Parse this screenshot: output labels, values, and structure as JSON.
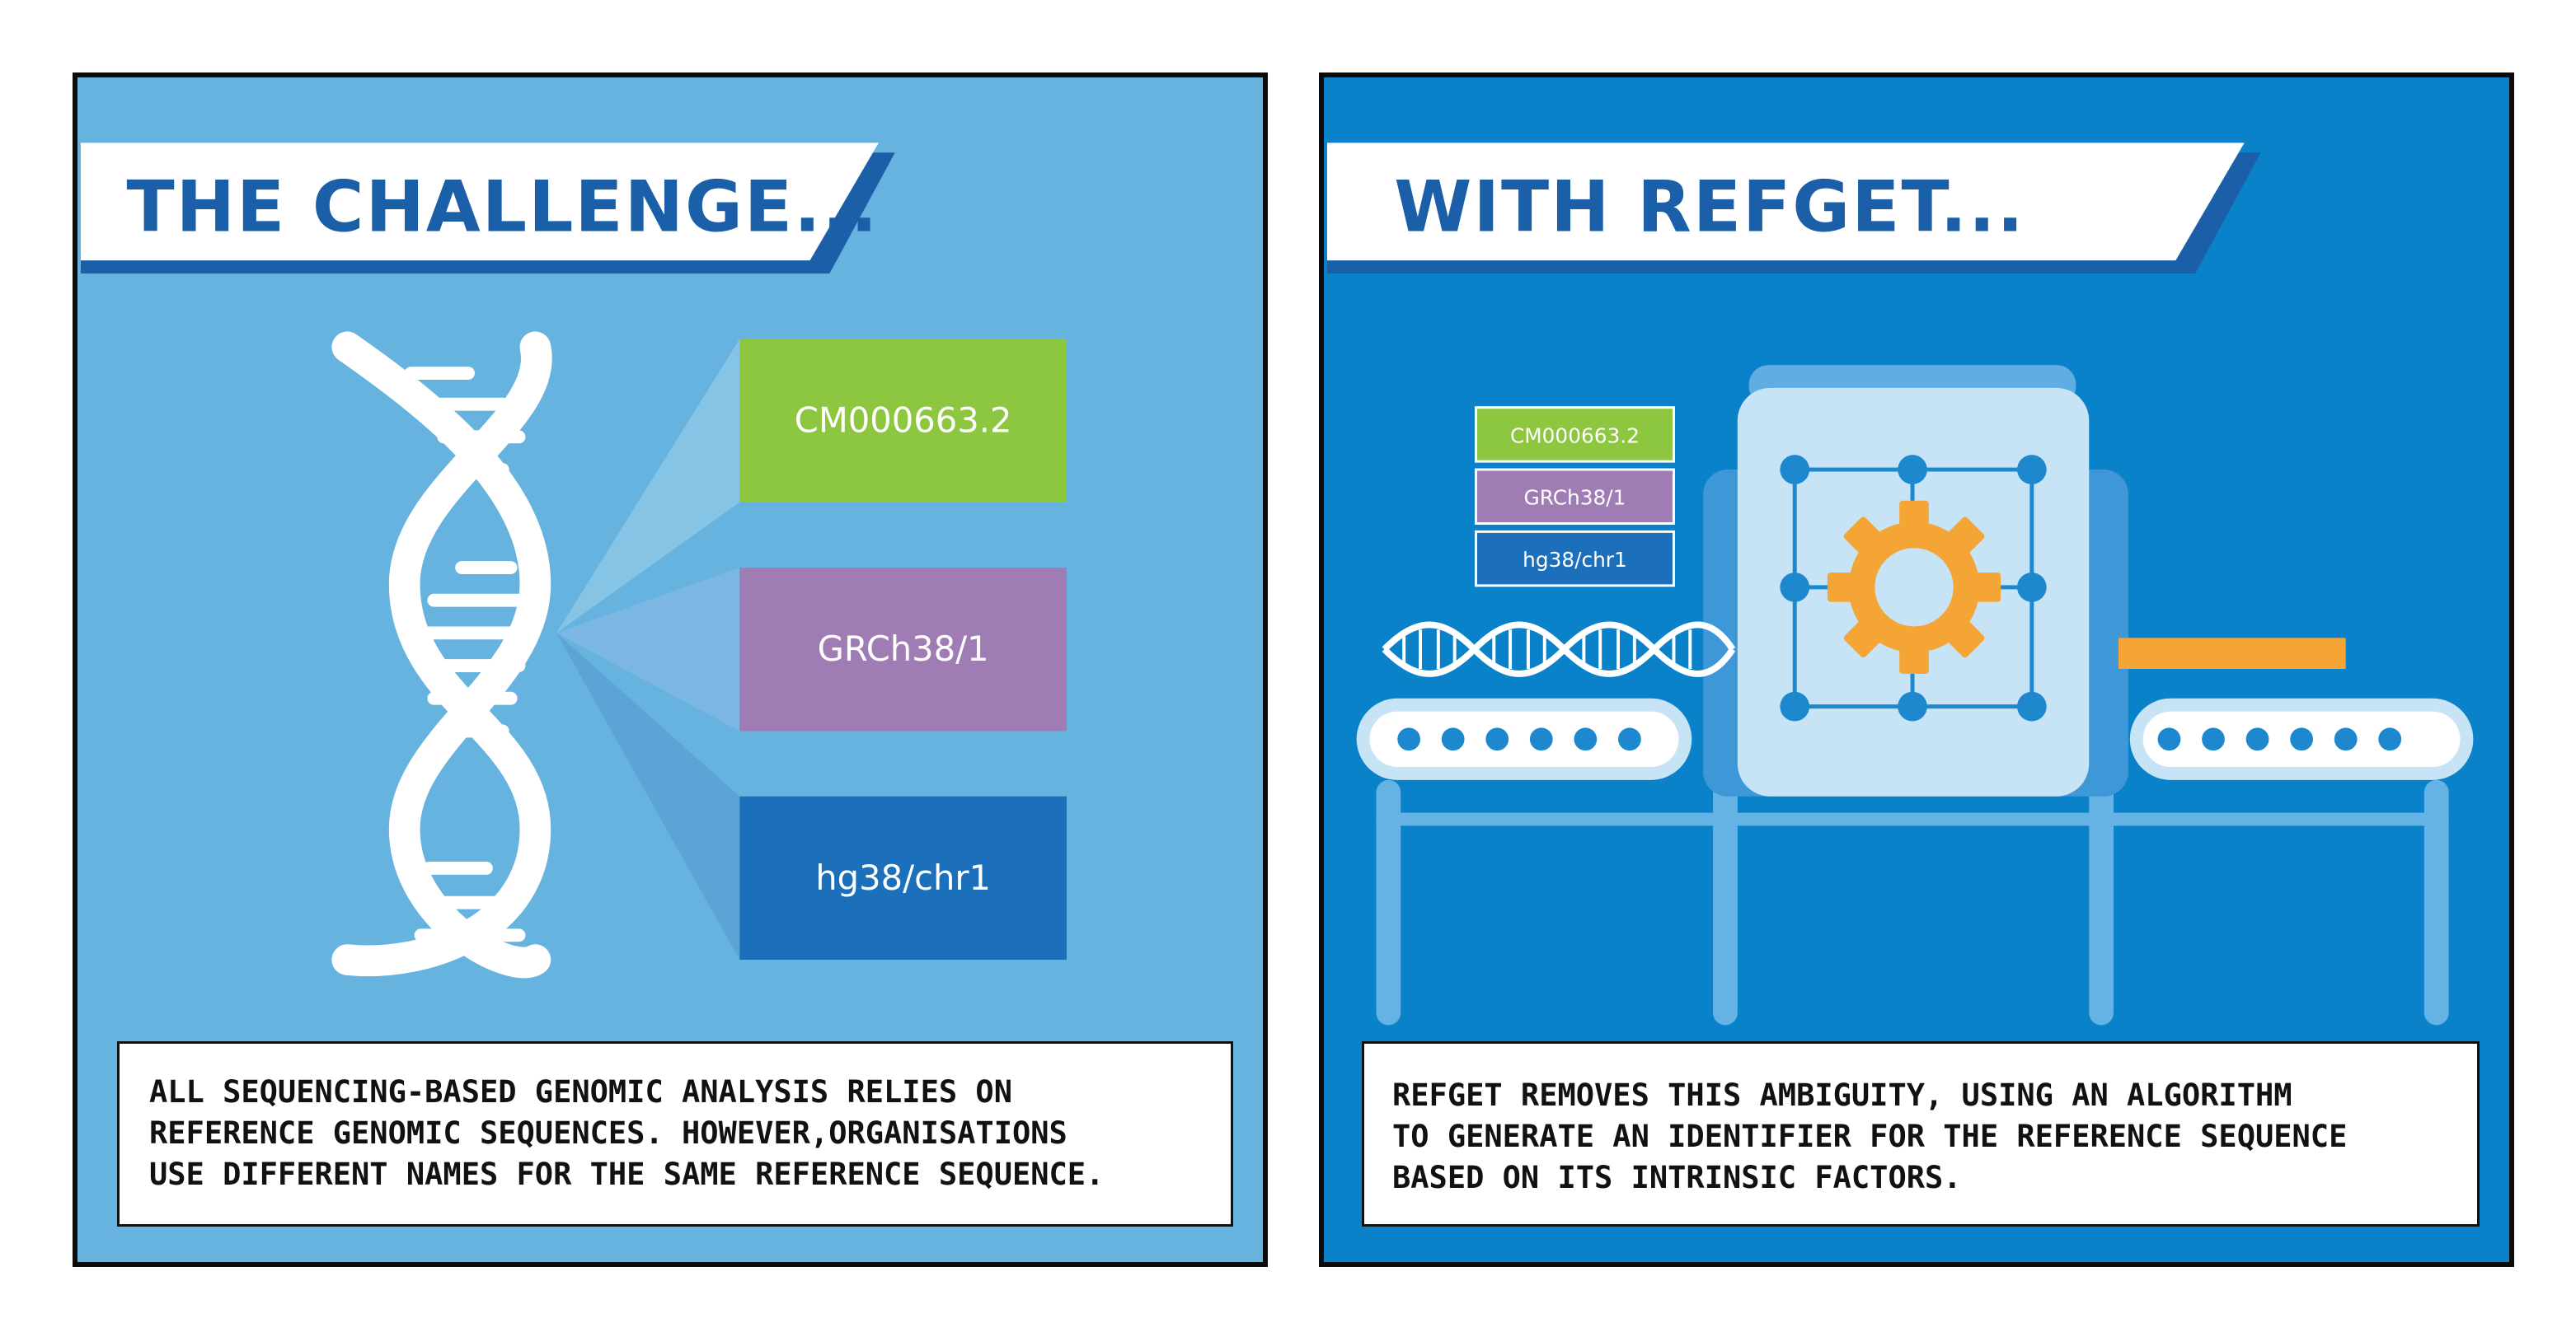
{
  "panels": {
    "left": {
      "title": "THE CHALLENGE...",
      "labels": [
        {
          "text": "CM000663.2",
          "color": "#8dc63f"
        },
        {
          "text": "GRCh38/1",
          "color": "#a07cb4"
        },
        {
          "text": "hg38/chr1",
          "color": "#1c6fba"
        }
      ],
      "caption_lines": [
        "ALL SEQUENCING-BASED GENOMIC ANALYSIS RELIES ON",
        "REFERENCE GENOMIC SEQUENCES. HOWEVER,ORGANISATIONS",
        "USE DIFFERENT NAMES FOR THE SAME REFERENCE SEQUENCE."
      ],
      "background": "#67b3df"
    },
    "right": {
      "title": "WITH REFGET...",
      "labels": [
        {
          "text": "CM000663.2",
          "color": "#8dc63f"
        },
        {
          "text": "GRCh38/1",
          "color": "#a07cb4"
        },
        {
          "text": "hg38/chr1",
          "color": "#1c6fba"
        }
      ],
      "caption_lines": [
        "REFGET REMOVES THIS AMBIGUITY, USING AN ALGORITHM",
        "TO GENERATE AN IDENTIFIER FOR THE REFERENCE SEQUENCE",
        "BASED ON ITS INTRINSIC FACTORS."
      ],
      "background": "#0a82c9",
      "gear_color": "#f4a535",
      "output_color": "#f4a535"
    }
  }
}
